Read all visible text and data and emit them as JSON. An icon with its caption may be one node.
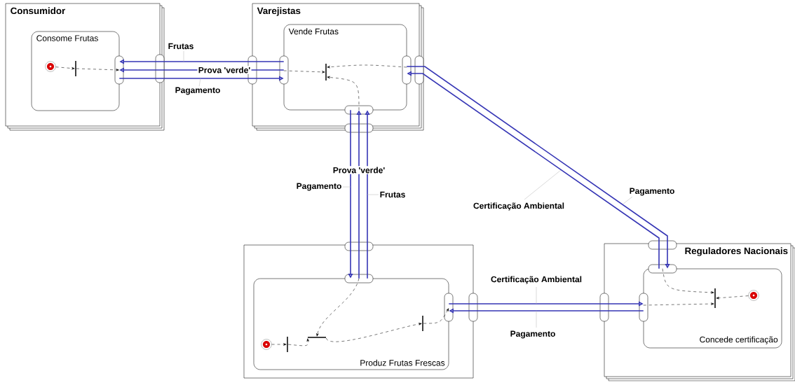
{
  "diagram": {
    "nodes": [
      {
        "text": [
          "Consumidor"
        ]
      },
      {
        "text": [
          "Consome Frutas"
        ],
        "in": 0
      },
      {
        "text": [],
        "shape": "circle",
        "in": 1
      },
      {
        "text": [],
        "shape": "bar",
        "in": 1
      },
      {
        "text": [
          "Varejistas"
        ]
      },
      {
        "text": [
          "Vende Frutas"
        ],
        "in": 4
      },
      {
        "text": [],
        "shape": "bar",
        "in": 5
      },
      {
        "text": [],
        "shape": "box"
      },
      {
        "text": [
          "Produz Frutas Frescas"
        ],
        "in": 7
      },
      {
        "text": [],
        "shape": "circle",
        "in": 8
      },
      {
        "text": [],
        "shape": "bar",
        "in": 8
      },
      {
        "text": [],
        "shape": "bar",
        "in": 8
      },
      {
        "text": [],
        "shape": "bar",
        "in": 8
      },
      {
        "text": [
          "Reguladores Nacionais"
        ]
      },
      {
        "text": [
          "Concede certificação"
        ],
        "in": 13
      },
      {
        "text": [],
        "shape": "bar",
        "in": 14
      },
      {
        "text": [],
        "shape": "circle",
        "in": 14
      }
    ],
    "edges": [
      {
        "from": 5,
        "to": 1,
        "arrow": "to",
        "label": "Frutas",
        "color": "#3535b5"
      },
      {
        "from": 1,
        "to": 5,
        "arrow": "to",
        "label": "Pagamento",
        "color": "#3535b5"
      },
      {
        "from": 5,
        "to": 1,
        "arrow": "to",
        "label": "Prova 'verde'",
        "color": "#3535b5"
      },
      {
        "from": 8,
        "to": 5,
        "arrow": "to",
        "label": "Prova 'verde'",
        "color": "#3535b5"
      },
      {
        "from": 5,
        "to": 8,
        "arrow": "to",
        "label": "Pagamento",
        "color": "#3535b5"
      },
      {
        "from": 8,
        "to": 5,
        "arrow": "to",
        "label": "Frutas",
        "color": "#3535b5"
      },
      {
        "from": 5,
        "to": 14,
        "arrow": "to",
        "label": "Pagamento",
        "color": "#3535b5"
      },
      {
        "from": 14,
        "to": 5,
        "arrow": "to",
        "label": "Certificação Ambiental",
        "color": "#3535b5"
      },
      {
        "from": 8,
        "to": 14,
        "arrow": "to",
        "label": "Certificação Ambiental",
        "color": "#3535b5"
      },
      {
        "from": 14,
        "to": 8,
        "arrow": "to",
        "label": "Pagamento",
        "color": "#3535b5"
      },
      {
        "from": 2,
        "to": 3,
        "arrow": "to",
        "style": "dashed"
      },
      {
        "from": 3,
        "to": 1,
        "arrow": "to",
        "style": "dashed"
      },
      {
        "from": 5,
        "to": 6,
        "arrow": "to",
        "style": "dashed"
      },
      {
        "from": 5,
        "to": 6,
        "arrow": "to",
        "style": "dashed"
      },
      {
        "from": 5,
        "to": 6,
        "arrow": "to",
        "style": "dashed"
      },
      {
        "from": 9,
        "to": 10,
        "arrow": "to",
        "style": "dashed"
      },
      {
        "from": 10,
        "to": 11,
        "arrow": "to",
        "style": "dashed"
      },
      {
        "from": 8,
        "to": 11,
        "arrow": "to",
        "style": "dashed"
      },
      {
        "from": 11,
        "to": 12,
        "arrow": "to",
        "style": "dashed"
      },
      {
        "from": 12,
        "to": 8,
        "arrow": "to",
        "style": "dashed"
      },
      {
        "from": 16,
        "to": 15,
        "arrow": "to",
        "style": "dashed"
      },
      {
        "from": 14,
        "to": 15,
        "arrow": "to",
        "style": "dashed"
      },
      {
        "from": 14,
        "to": 15,
        "arrow": "to",
        "style": "dashed"
      }
    ]
  }
}
